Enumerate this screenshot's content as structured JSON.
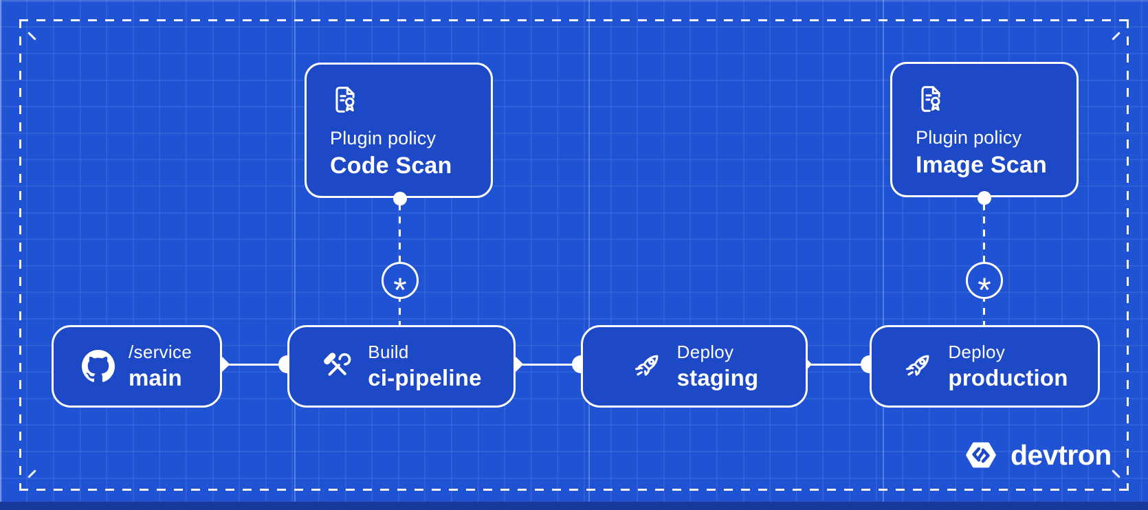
{
  "canvas": {
    "background": "#2053d3",
    "node_fill": "#1d48c6",
    "line_color": "#ffffff",
    "footer_strip_color": "#16399b"
  },
  "policy_cards": [
    {
      "label": "Plugin policy",
      "name": "Code Scan",
      "icon": "certificate-document-icon"
    },
    {
      "label": "Plugin policy",
      "name": "Image Scan",
      "icon": "certificate-document-icon"
    }
  ],
  "policy_links": [
    {
      "symbol": "*"
    },
    {
      "symbol": "*"
    }
  ],
  "pipeline_nodes": [
    {
      "label": "/service",
      "name": "main",
      "icon": "github-icon"
    },
    {
      "label": "Build",
      "name": "ci-pipeline",
      "icon": "tools-icon"
    },
    {
      "label": "Deploy",
      "name": "staging",
      "icon": "rocket-icon"
    },
    {
      "label": "Deploy",
      "name": "production",
      "icon": "rocket-icon"
    }
  ],
  "brand": {
    "name": "devtron",
    "icon": "devtron-logo-icon"
  }
}
